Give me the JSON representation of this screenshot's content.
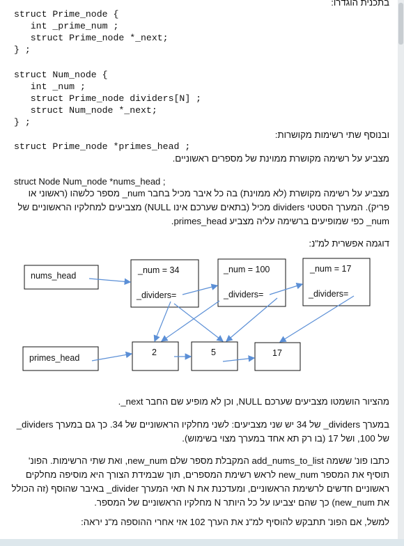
{
  "header_text": "בתכנית הוגדרו:",
  "code_prime_node": [
    "struct Prime_node {",
    "   int _prime_num ;",
    "   struct Prime_node *_next;",
    "} ;"
  ],
  "code_num_node": [
    "struct Num_node {",
    "   int _num ;",
    "   struct Prime_node dividers[N] ;",
    "   struct Num_node *_next;",
    "} ;"
  ],
  "two_lists_text": "ובנוסף שתי רשימות מקושרות:",
  "primes_head_decl": "struct Prime_node *primes_head ;",
  "primes_head_desc": "מצביע על רשימה מקושרת ממוינת של מספרים ראשוניים.",
  "nums_head_decl": "struct Node Num_node *nums_head ;",
  "nums_head_desc": "מצביע על רשימה מקושרת (לא ממוינת) בה כל איבר מכיל בחבר num_ מספר כלשהו (ראשוני או פריק). המערך הסטטי dividers מכיל (בתאים שערכם אינו NULL) מצביעים למחלקיו הראשוניים של num_ כפי שמופיעים ברשימה עליה מצביע primes_head.",
  "example_title": "דוגמה אפשרית למ\"נ:",
  "diagram": {
    "nums_head_label": "nums_head",
    "primes_head_label": "primes_head",
    "num_nodes": [
      {
        "num_text": "_num = 34",
        "dividers_text": "_dividers="
      },
      {
        "num_text": "_num = 100",
        "dividers_text": "_dividers="
      },
      {
        "num_text": "_num = 17",
        "dividers_text": "_dividers="
      }
    ],
    "prime_nodes": [
      "2",
      "5",
      "17"
    ],
    "arrow_color": "#5b8fd6"
  },
  "para_null": "מהציור הושמטו מצביעים שערכם NULL, וכן לא מופיע שם החבר next_.",
  "para_dividers": "במערך dividers_ של 34 יש שני מצביעים: לשני מחלקיו הראשוניים של 34. כך גם במערך dividers_ של 100, ושל 17 (בו רק תא אחד במערך מצוי בשימוש).",
  "para_function": "כתבו פונ' ששמה add_nums_to_list המקבלת מספר שלם new_num, ואת שתי הרשימות. הפונ' תוסיף את המספר new_num לראש רשימת המספרים, תוך שבמידת הצורך היא מוסיפה מחלקים ראשוניים חדשים לרשימת הראשוניים, ומעדכנת את N תאי המערך divider_ באיבר שהוסף (זה הכולל את new_num) כך שהם יצביעו על כל היותר N מחלקיו הראשוניים של המספר.",
  "para_example": "למשל, אם הפונ' תתבקש להוסיף למ\"נ את הערך 102 אזי אחרי ההוספה מ\"נ יראה:"
}
